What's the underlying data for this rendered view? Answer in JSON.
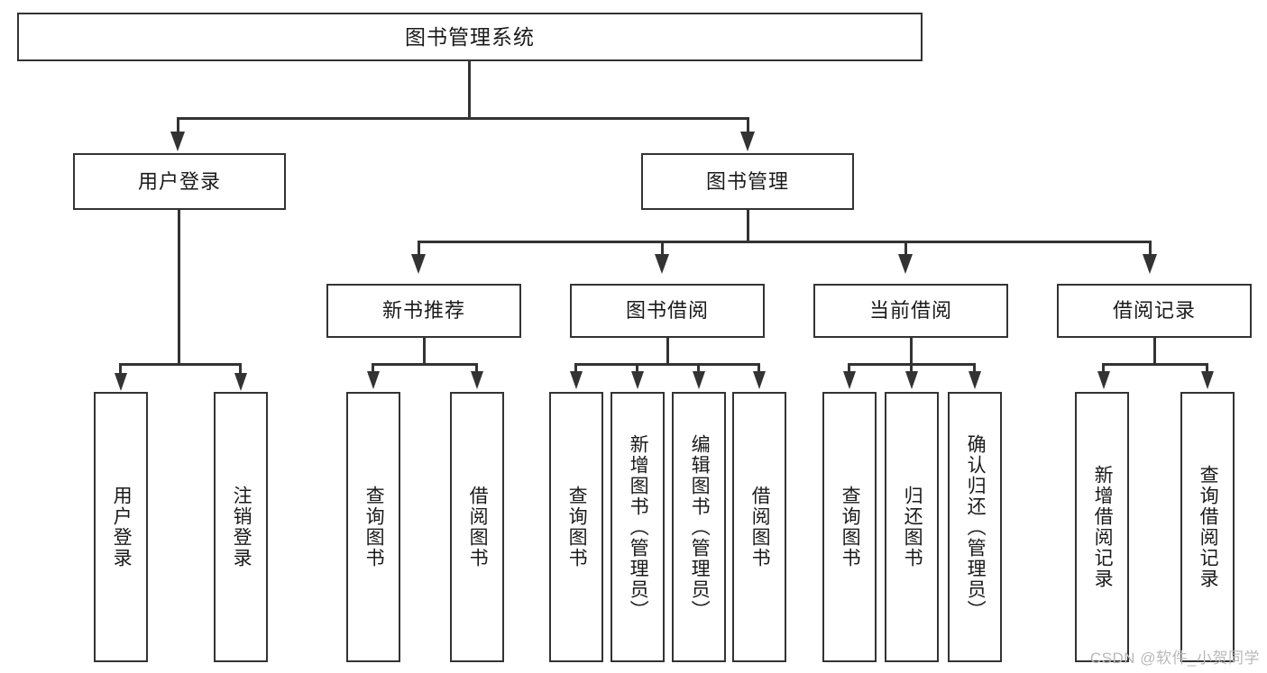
{
  "diagram": {
    "type": "tree-hierarchy",
    "title": "图书管理系统",
    "watermark": "CSDN @软件_小贺同学",
    "colors": {
      "stroke": "#333333",
      "fill": "#ffffff",
      "text": "#1a1a1a",
      "watermark": "#b9b9b9"
    },
    "root": {
      "label": "图书管理系统"
    },
    "level2": [
      {
        "id": "user-login",
        "label": "用户登录"
      },
      {
        "id": "book-manage",
        "label": "图书管理"
      }
    ],
    "level3": [
      {
        "id": "new-book-recommend",
        "label": "新书推荐"
      },
      {
        "id": "book-borrow",
        "label": "图书借阅"
      },
      {
        "id": "current-borrow",
        "label": "当前借阅"
      },
      {
        "id": "borrow-record",
        "label": "借阅记录"
      }
    ],
    "leaves": {
      "user_login": [
        {
          "id": "leaf-user-login",
          "label": "用户登录"
        },
        {
          "id": "leaf-logout-login",
          "label": "注销登录"
        }
      ],
      "new_book_recommend": [
        {
          "id": "leaf-query-book-1",
          "label": "查询图书"
        },
        {
          "id": "leaf-borrow-book-1",
          "label": "借阅图书"
        }
      ],
      "book_borrow": [
        {
          "id": "leaf-query-book-2",
          "label": "查询图书"
        },
        {
          "id": "leaf-add-book",
          "label": "新增图书（管理员）"
        },
        {
          "id": "leaf-edit-book",
          "label": "编辑图书（管理员）"
        },
        {
          "id": "leaf-borrow-book-2",
          "label": "借阅图书"
        }
      ],
      "current_borrow": [
        {
          "id": "leaf-query-book-3",
          "label": "查询图书"
        },
        {
          "id": "leaf-return-book",
          "label": "归还图书"
        },
        {
          "id": "leaf-confirm-return",
          "label": "确认归还（管理员）"
        }
      ],
      "borrow_record": [
        {
          "id": "leaf-add-record",
          "label": "新增借阅记录"
        },
        {
          "id": "leaf-query-record",
          "label": "查询借阅记录"
        }
      ]
    }
  }
}
